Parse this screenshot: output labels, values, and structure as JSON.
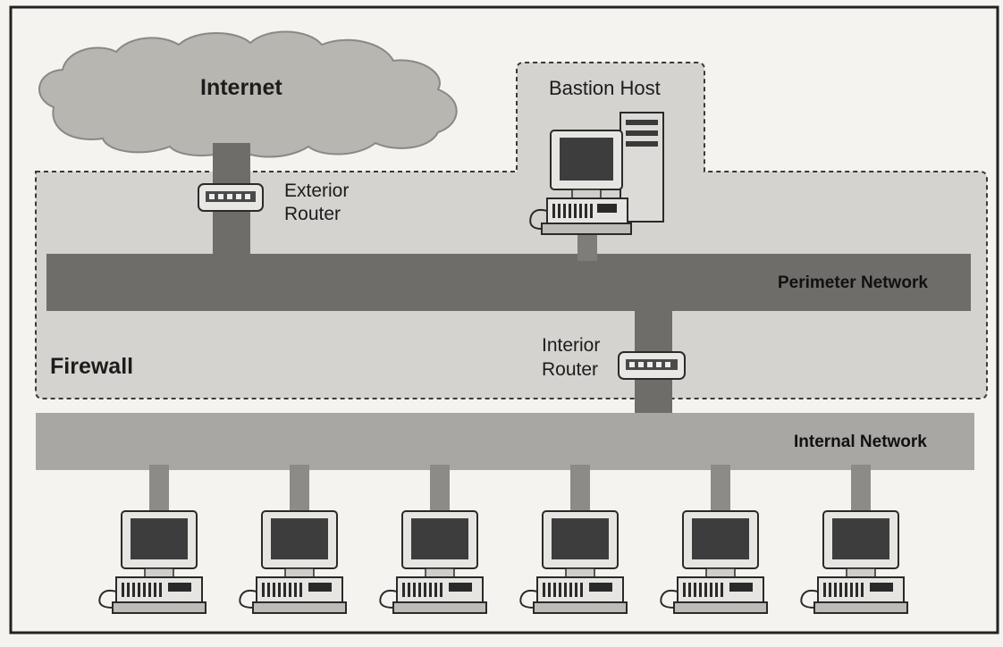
{
  "labels": {
    "internet": "Internet",
    "bastion_host": "Bastion Host",
    "exterior_router_line1": "Exterior",
    "exterior_router_line2": "Router",
    "interior_router_line1": "Interior",
    "interior_router_line2": "Router",
    "perimeter_network": "Perimeter Network",
    "internal_network": "Internal Network",
    "firewall": "Firewall"
  },
  "internal_workstation_count": 6,
  "colors": {
    "background": "#f4f3ef",
    "cloud": "#b8b6b1",
    "firewall_zone": "#d4d3cf",
    "perimeter_band": "#6f6d6a",
    "internal_band": "#a9a7a3",
    "connector": "#8d8b87"
  }
}
